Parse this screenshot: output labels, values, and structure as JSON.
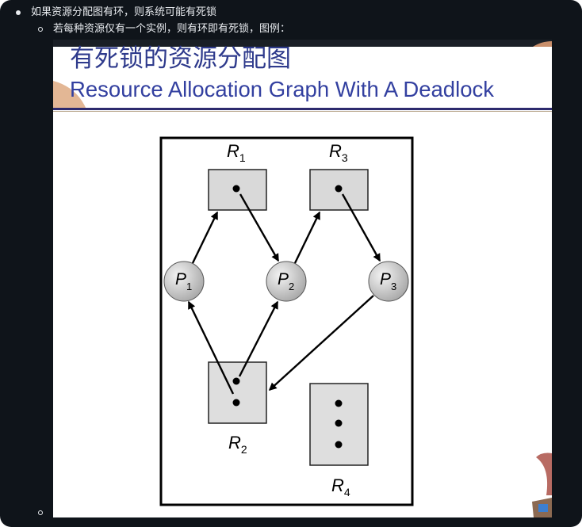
{
  "notes": {
    "level1_text": "如果资源分配图有环，则系统可能有死锁",
    "level2_text": "若每种资源仅有一个实例，则有环即有死锁，图例："
  },
  "slide": {
    "title_cn": "有死锁的资源分配图",
    "title_en": "Resource Allocation Graph With A Deadlock",
    "processes": [
      "P1",
      "P2",
      "P3"
    ],
    "resources": [
      {
        "name": "R1",
        "instances": 1
      },
      {
        "name": "R2",
        "instances": 2
      },
      {
        "name": "R3",
        "instances": 1
      },
      {
        "name": "R4",
        "instances": 3
      }
    ],
    "edges": [
      {
        "from": "P1",
        "to": "R1",
        "kind": "request"
      },
      {
        "from": "R1",
        "to": "P2",
        "kind": "assignment"
      },
      {
        "from": "P2",
        "to": "R3",
        "kind": "request"
      },
      {
        "from": "R3",
        "to": "P3",
        "kind": "assignment"
      },
      {
        "from": "P3",
        "to": "R2",
        "kind": "request"
      },
      {
        "from": "R2",
        "to": "P1",
        "kind": "assignment"
      },
      {
        "from": "R2",
        "to": "P2",
        "kind": "assignment"
      }
    ]
  },
  "colors": {
    "panel_bg": "#0f141a",
    "notes_text": "#e8ebef",
    "title_blue": "#2e3a8c",
    "resource_fill": "#d9d9d9",
    "process_fill": "#c8c8c8"
  }
}
